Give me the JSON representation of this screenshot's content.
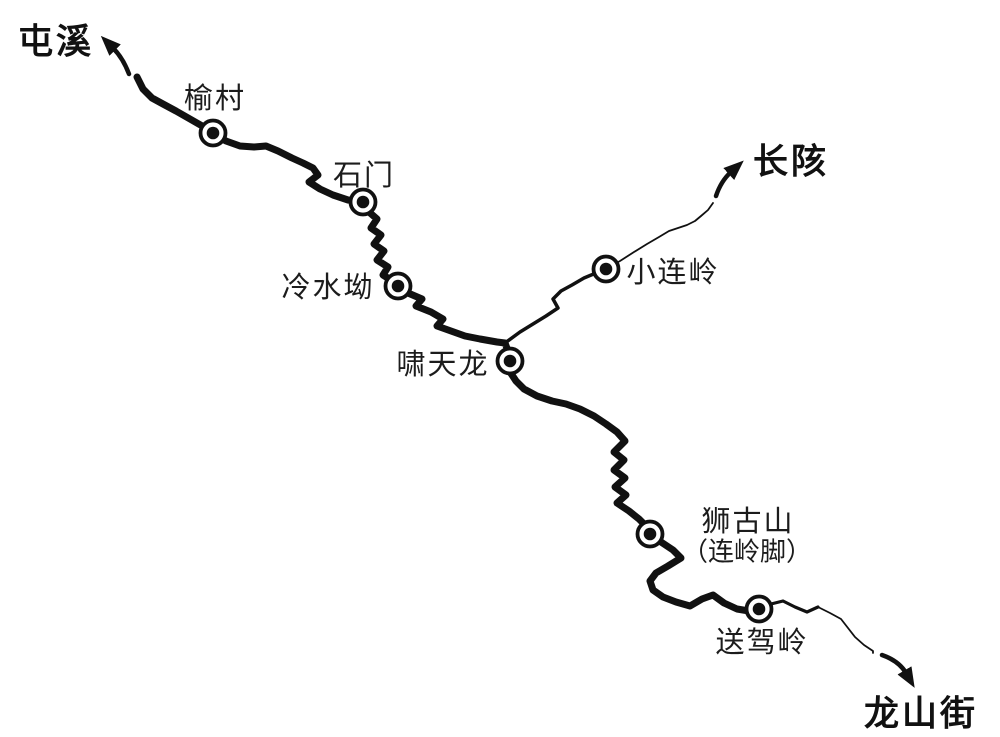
{
  "map": {
    "background": "#ffffff",
    "line_color": "#111111",
    "terminals": {
      "northwest": {
        "label": "屯溪"
      },
      "northeast": {
        "label": "长陔"
      },
      "southeast": {
        "label": "龙山街"
      }
    },
    "stations": [
      {
        "label": "榆村"
      },
      {
        "label": "石门"
      },
      {
        "label": "冷水坳"
      },
      {
        "label": "啸天龙"
      },
      {
        "label": "小连岭"
      },
      {
        "label": "狮古山",
        "sublabel": "（连岭脚）"
      },
      {
        "label": "送驾岭"
      }
    ]
  }
}
